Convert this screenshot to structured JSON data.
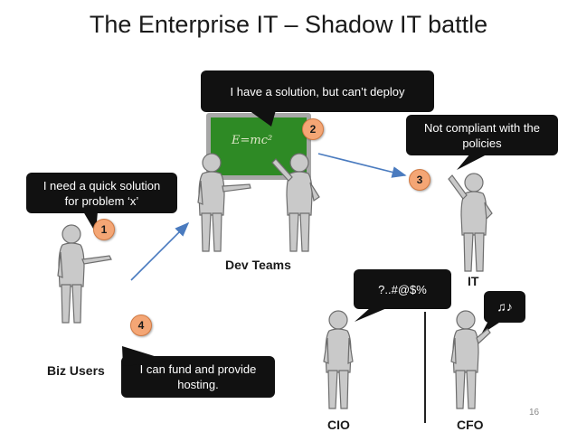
{
  "title": "The Enterprise IT – Shadow IT battle",
  "bubbles": {
    "biz": "I need a quick solution\nfor problem ‘x’",
    "dev": "I have a solution, but can’t deploy",
    "it": "Not compliant with the\npolicies",
    "cio": "?..#@$%",
    "cfo": "♫♪",
    "fund": "I can fund and provide\nhosting."
  },
  "labels": {
    "biz": "Biz Users",
    "dev": "Dev Teams",
    "it": "IT",
    "cio": "CIO",
    "cfo": "CFO"
  },
  "badges": [
    "1",
    "2",
    "3",
    "4"
  ],
  "board_formula": "E=mc²",
  "page_number": "16",
  "colors": {
    "bubble": "#111111",
    "board": "#2e8a25",
    "board_frame": "#a7a7a7",
    "badge": "#f4a675",
    "arrow": "#4a7bbf",
    "figure": "#c9c9c9",
    "figure_stroke": "#6e6e6e"
  }
}
